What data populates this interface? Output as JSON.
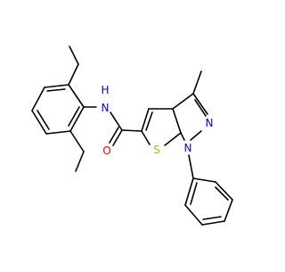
{
  "molecule": {
    "atoms": {
      "amide_n": "N",
      "amide_h": "H",
      "carbonyl_o": "O",
      "thiophene_s": "S",
      "pyrazole_n1": "N",
      "pyrazole_n2": "N"
    },
    "colors": {
      "bond": "#000000",
      "nitrogen": "#0000ff",
      "oxygen": "#ff0000",
      "sulfur": "#b8b800"
    }
  }
}
